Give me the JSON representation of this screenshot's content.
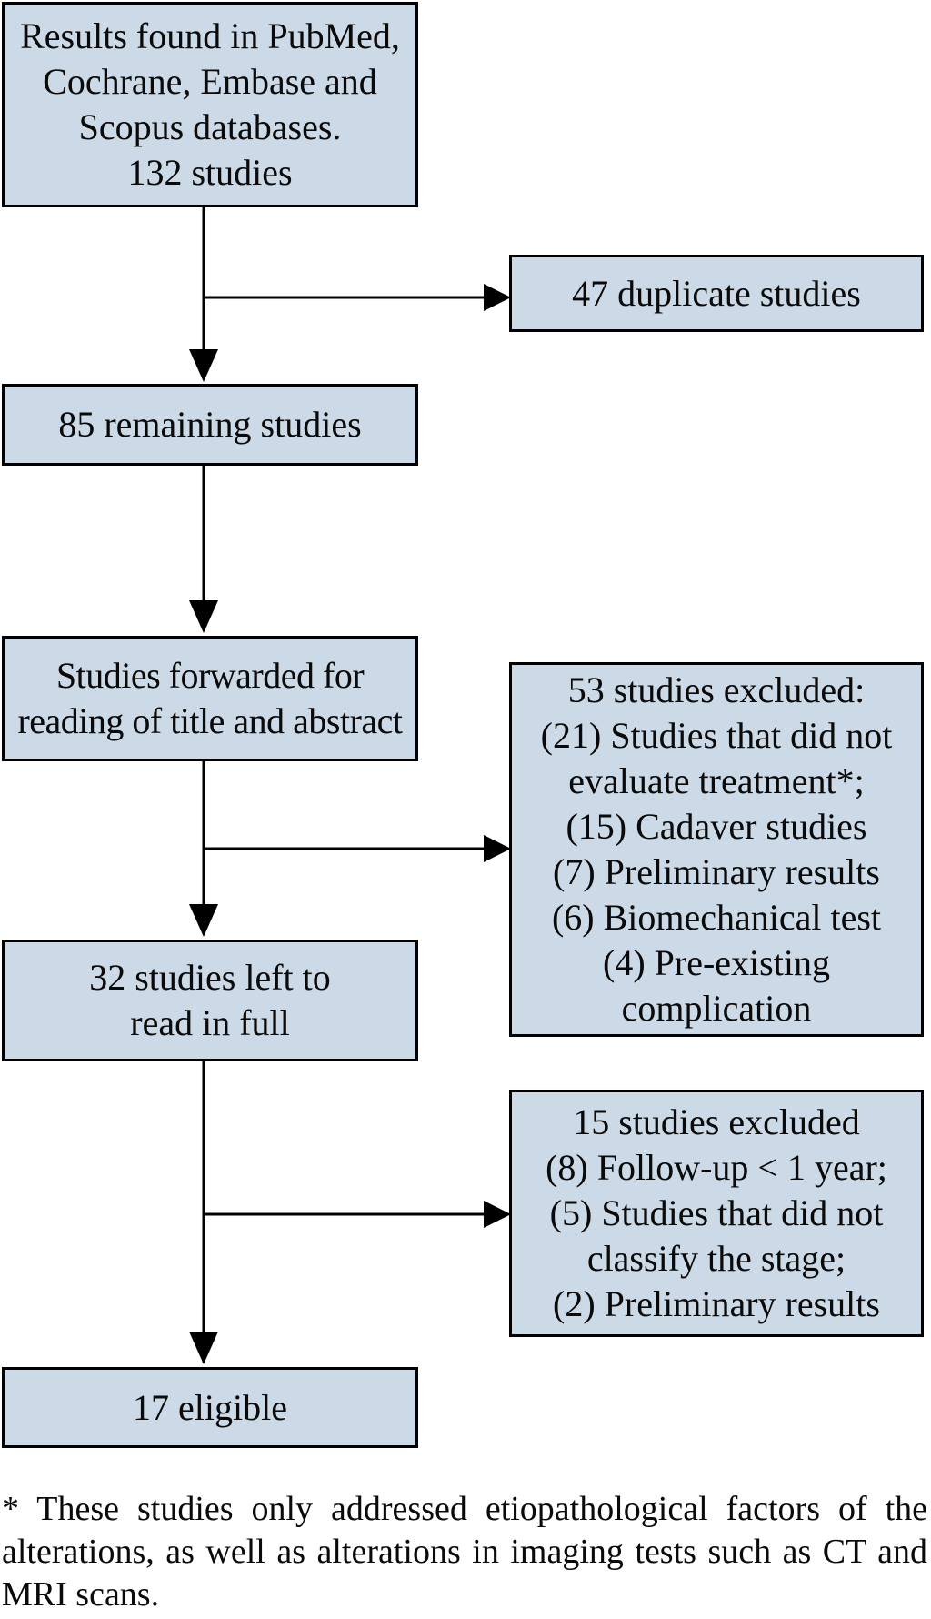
{
  "diagram": {
    "title": "Study selection flow diagram",
    "colors": {
      "box_fill": "#ccd9e6",
      "box_border": "#000000",
      "line": "#000000",
      "text": "#0a0a0a",
      "background": "#ffffff"
    },
    "boxes": {
      "identified": {
        "lines": [
          "Results found in PubMed,",
          "Cochrane, Embase and",
          "Scopus databases.",
          "132 studies"
        ]
      },
      "duplicates": {
        "lines": [
          "47 duplicate studies"
        ]
      },
      "remaining": {
        "lines": [
          "85 remaining studies"
        ]
      },
      "title_abstract": {
        "lines": [
          "Studies forwarded for",
          "reading of title and abstract"
        ]
      },
      "excluded_53": {
        "lines": [
          "53 studies excluded:",
          "(21) Studies that did not",
          "evaluate treatment*;",
          "(15) Cadaver studies",
          "(7) Preliminary results",
          "(6) Biomechanical test",
          "(4) Pre-existing",
          "complication"
        ]
      },
      "full_text": {
        "lines": [
          "32 studies left to",
          "read in full"
        ]
      },
      "excluded_15": {
        "lines": [
          "15 studies excluded",
          "(8) Follow-up < 1 year;",
          "(5) Studies that did not",
          "classify the stage;",
          "(2) Preliminary results"
        ]
      },
      "eligible": {
        "lines": [
          "17 eligible"
        ]
      }
    },
    "footnote": {
      "lines": [
        "* These studies only addressed etiopathological factors of the",
        "alterations, as well as alterations in imaging tests such as CT and",
        "MRI scans."
      ]
    }
  }
}
